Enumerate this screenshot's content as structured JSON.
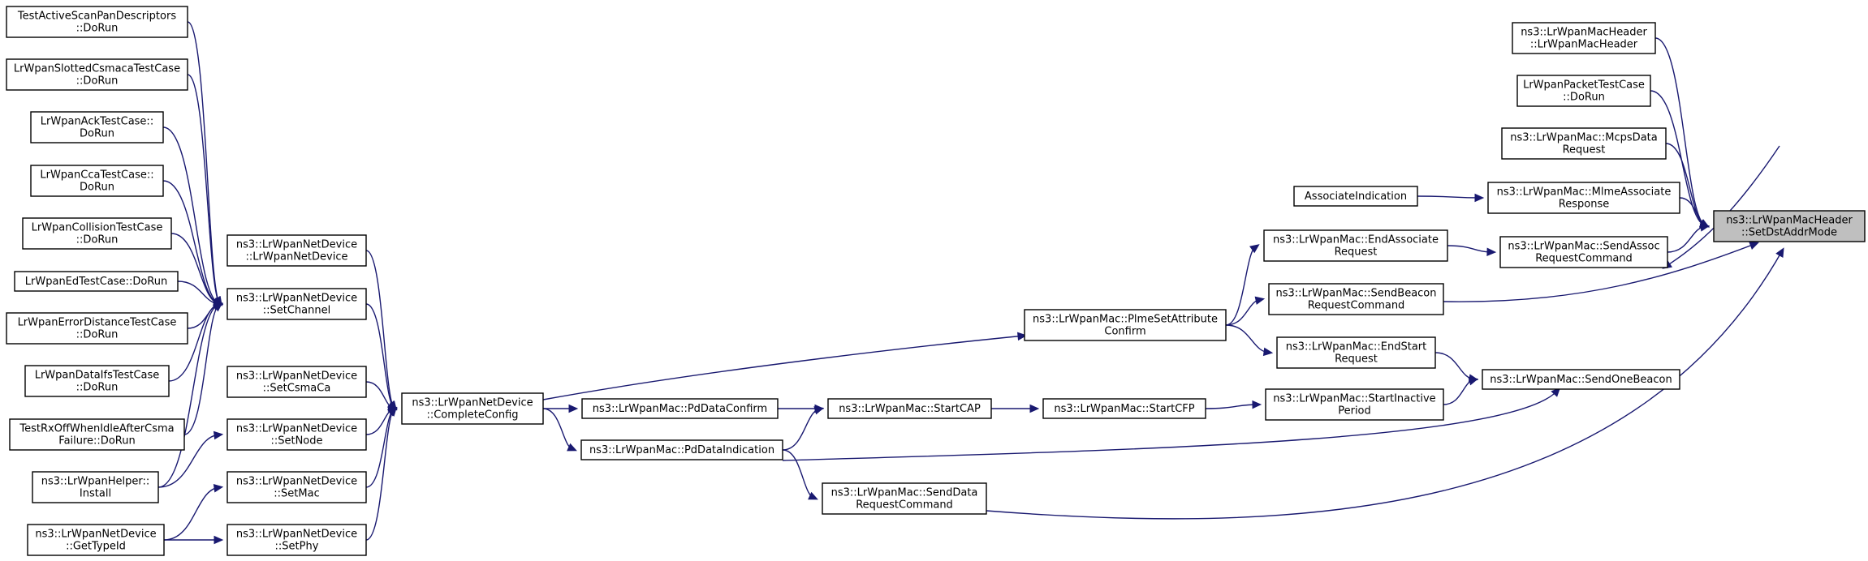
{
  "graph": {
    "nodes": [
      {
        "id": "root",
        "lines": [
          "ns3::LrWpanMacHeader",
          "::SetDstAddrMode"
        ],
        "highlighted": true
      },
      {
        "id": "hdr_ctor",
        "lines": [
          "ns3::LrWpanMacHeader",
          "::LrWpanMacHeader"
        ]
      },
      {
        "id": "pkt_test",
        "lines": [
          "LrWpanPacketTestCase",
          "::DoRun"
        ]
      },
      {
        "id": "mcps",
        "lines": [
          "ns3::LrWpanMac::McpsData",
          "Request"
        ]
      },
      {
        "id": "assoc_ind",
        "lines": [
          "AssociateIndication"
        ]
      },
      {
        "id": "mlme_assoc",
        "lines": [
          "ns3::LrWpanMac::MlmeAssociate",
          "Response"
        ]
      },
      {
        "id": "send_assoc",
        "lines": [
          "ns3::LrWpanMac::SendAssoc",
          "RequestCommand"
        ]
      },
      {
        "id": "end_assoc",
        "lines": [
          "ns3::LrWpanMac::EndAssociate",
          "Request"
        ]
      },
      {
        "id": "send_beacon_req",
        "lines": [
          "ns3::LrWpanMac::SendBeacon",
          "RequestCommand"
        ]
      },
      {
        "id": "plme",
        "lines": [
          "ns3::LrWpanMac::PlmeSetAttribute",
          "Confirm"
        ]
      },
      {
        "id": "end_start",
        "lines": [
          "ns3::LrWpanMac::EndStart",
          "Request"
        ]
      },
      {
        "id": "send_one_beacon",
        "lines": [
          "ns3::LrWpanMac::SendOneBeacon"
        ]
      },
      {
        "id": "start_inactive",
        "lines": [
          "ns3::LrWpanMac::StartInactive",
          "Period"
        ]
      },
      {
        "id": "start_cfp",
        "lines": [
          "ns3::LrWpanMac::StartCFP"
        ]
      },
      {
        "id": "start_cap",
        "lines": [
          "ns3::LrWpanMac::StartCAP"
        ]
      },
      {
        "id": "pd_confirm",
        "lines": [
          "ns3::LrWpanMac::PdDataConfirm"
        ]
      },
      {
        "id": "pd_indication",
        "lines": [
          "ns3::LrWpanMac::PdDataIndication"
        ]
      },
      {
        "id": "send_data_req",
        "lines": [
          "ns3::LrWpanMac::SendData",
          "RequestCommand"
        ]
      },
      {
        "id": "complete_config",
        "lines": [
          "ns3::LrWpanNetDevice",
          "::CompleteConfig"
        ]
      },
      {
        "id": "netdev_ctor",
        "lines": [
          "ns3::LrWpanNetDevice",
          "::LrWpanNetDevice"
        ]
      },
      {
        "id": "set_channel",
        "lines": [
          "ns3::LrWpanNetDevice",
          "::SetChannel"
        ]
      },
      {
        "id": "set_csmaca",
        "lines": [
          "ns3::LrWpanNetDevice",
          "::SetCsmaCa"
        ]
      },
      {
        "id": "set_node",
        "lines": [
          "ns3::LrWpanNetDevice",
          "::SetNode"
        ]
      },
      {
        "id": "set_mac",
        "lines": [
          "ns3::LrWpanNetDevice",
          "::SetMac"
        ]
      },
      {
        "id": "set_phy",
        "lines": [
          "ns3::LrWpanNetDevice",
          "::SetPhy"
        ]
      },
      {
        "id": "get_type_id",
        "lines": [
          "ns3::LrWpanNetDevice",
          "::GetTypeId"
        ]
      },
      {
        "id": "helper_install",
        "lines": [
          "ns3::LrWpanHelper::",
          "Install"
        ]
      },
      {
        "id": "t_active_scan",
        "lines": [
          "TestActiveScanPanDescriptors",
          "::DoRun"
        ]
      },
      {
        "id": "t_slotted",
        "lines": [
          "LrWpanSlottedCsmacaTestCase",
          "::DoRun"
        ]
      },
      {
        "id": "t_ack",
        "lines": [
          "LrWpanAckTestCase::",
          "DoRun"
        ]
      },
      {
        "id": "t_cca",
        "lines": [
          "LrWpanCcaTestCase::",
          "DoRun"
        ]
      },
      {
        "id": "t_collision",
        "lines": [
          "LrWpanCollisionTestCase",
          "::DoRun"
        ]
      },
      {
        "id": "t_ed",
        "lines": [
          "LrWpanEdTestCase::DoRun"
        ]
      },
      {
        "id": "t_errdist",
        "lines": [
          "LrWpanErrorDistanceTestCase",
          "::DoRun"
        ]
      },
      {
        "id": "t_dataifs",
        "lines": [
          "LrWpanDataIfsTestCase",
          "::DoRun"
        ]
      },
      {
        "id": "t_rxoff",
        "lines": [
          "TestRxOffWhenIdleAfterCsma",
          "Failure::DoRun"
        ]
      }
    ],
    "edges": [
      {
        "from": "hdr_ctor",
        "to": "root"
      },
      {
        "from": "pkt_test",
        "to": "root"
      },
      {
        "from": "mcps",
        "to": "root"
      },
      {
        "from": "mlme_assoc",
        "to": "root"
      },
      {
        "from": "send_assoc",
        "to": "root"
      },
      {
        "from": "send_beacon_req",
        "to": "root"
      },
      {
        "from": "send_one_beacon",
        "to": "root"
      },
      {
        "from": "send_data_req",
        "to": "root"
      },
      {
        "from": "assoc_ind",
        "to": "mlme_assoc"
      },
      {
        "from": "end_assoc",
        "to": "send_assoc"
      },
      {
        "from": "plme",
        "to": "end_assoc"
      },
      {
        "from": "plme",
        "to": "send_beacon_req"
      },
      {
        "from": "plme",
        "to": "end_start"
      },
      {
        "from": "end_start",
        "to": "send_one_beacon"
      },
      {
        "from": "start_inactive",
        "to": "send_one_beacon"
      },
      {
        "from": "pd_indication",
        "to": "send_one_beacon"
      },
      {
        "from": "start_cfp",
        "to": "start_inactive"
      },
      {
        "from": "start_cap",
        "to": "start_cfp"
      },
      {
        "from": "pd_confirm",
        "to": "start_cap"
      },
      {
        "from": "pd_indication",
        "to": "start_cap"
      },
      {
        "from": "pd_indication",
        "to": "send_data_req"
      },
      {
        "from": "complete_config",
        "to": "plme"
      },
      {
        "from": "complete_config",
        "to": "pd_confirm"
      },
      {
        "from": "complete_config",
        "to": "pd_indication"
      },
      {
        "from": "netdev_ctor",
        "to": "complete_config"
      },
      {
        "from": "set_channel",
        "to": "complete_config"
      },
      {
        "from": "set_csmaca",
        "to": "complete_config"
      },
      {
        "from": "set_node",
        "to": "complete_config"
      },
      {
        "from": "set_mac",
        "to": "complete_config"
      },
      {
        "from": "set_phy",
        "to": "complete_config"
      },
      {
        "from": "get_type_id",
        "to": "set_phy"
      },
      {
        "from": "get_type_id",
        "to": "set_mac"
      },
      {
        "from": "helper_install",
        "to": "set_node"
      },
      {
        "from": "helper_install",
        "to": "set_channel"
      },
      {
        "from": "t_active_scan",
        "to": "set_channel"
      },
      {
        "from": "t_slotted",
        "to": "set_channel"
      },
      {
        "from": "t_ack",
        "to": "set_channel"
      },
      {
        "from": "t_cca",
        "to": "set_channel"
      },
      {
        "from": "t_collision",
        "to": "set_channel"
      },
      {
        "from": "t_ed",
        "to": "set_channel"
      },
      {
        "from": "t_errdist",
        "to": "set_channel"
      },
      {
        "from": "t_dataifs",
        "to": "set_channel"
      },
      {
        "from": "t_rxoff",
        "to": "set_channel"
      }
    ]
  }
}
